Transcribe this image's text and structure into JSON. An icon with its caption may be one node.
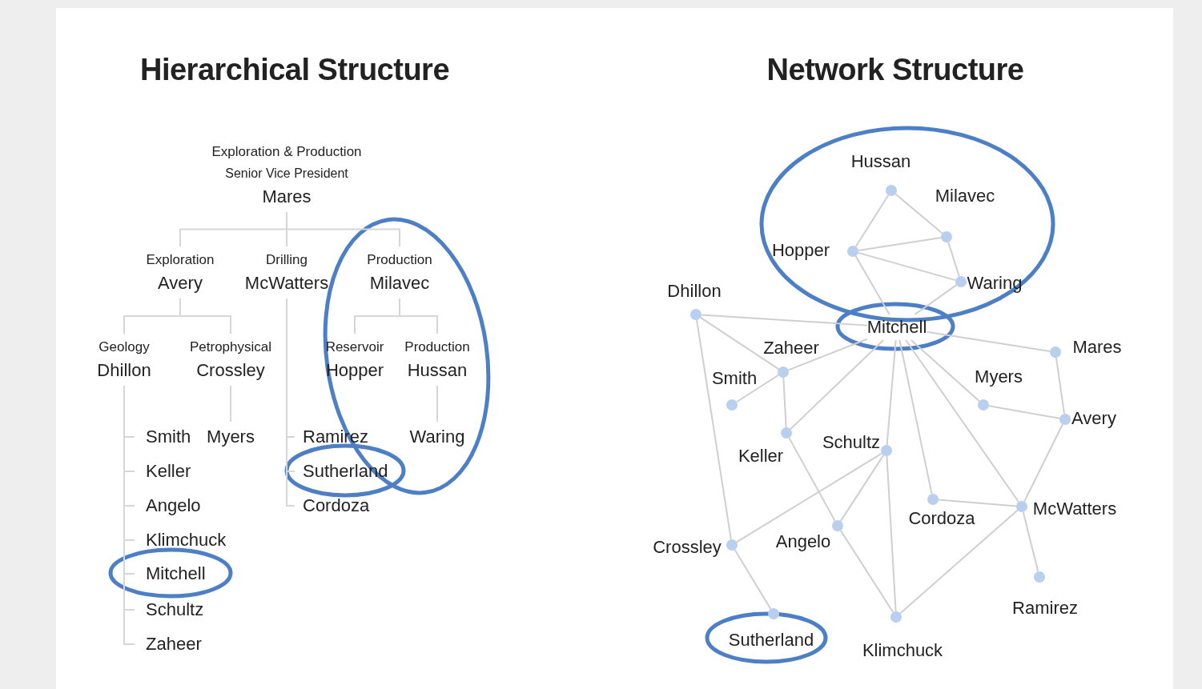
{
  "diagram": {
    "nodes": [
      {
        "text": [
          "Exploration & Production",
          "Senior Vice President",
          "Mares"
        ]
      },
      {
        "text": [
          "Exploration",
          "Avery"
        ]
      },
      {
        "text": [
          "Drilling",
          "McWatters"
        ]
      },
      {
        "text": [
          "Production",
          "Milavec"
        ]
      },
      {
        "text": [
          "Geology",
          "Dhillon"
        ]
      },
      {
        "text": [
          "Petrophysical",
          "Crossley"
        ]
      },
      {
        "text": [
          "Reservoir",
          "Hopper"
        ]
      },
      {
        "text": [
          "Production",
          "Hussan"
        ]
      },
      {
        "text": [
          "Smith"
        ]
      },
      {
        "text": [
          "Keller"
        ]
      },
      {
        "text": [
          "Angelo"
        ]
      },
      {
        "text": [
          "Klimchuck"
        ]
      },
      {
        "text": [
          "Mitchell"
        ]
      },
      {
        "text": [
          "Schultz"
        ]
      },
      {
        "text": [
          "Zaheer"
        ]
      },
      {
        "text": [
          "Myers"
        ]
      },
      {
        "text": [
          "Ramirez"
        ]
      },
      {
        "text": [
          "Sutherland"
        ]
      },
      {
        "text": [
          "Cordoza"
        ]
      },
      {
        "text": [
          "Waring"
        ]
      },
      {
        "text": [],
        "shape": "circle",
        "beside": [
          "Hussan"
        ]
      },
      {
        "text": [],
        "shape": "circle",
        "beside": [
          "Milavec"
        ]
      },
      {
        "text": [],
        "shape": "circle",
        "beside": [
          "Hopper"
        ]
      },
      {
        "text": [],
        "shape": "circle",
        "beside": [
          "Waring"
        ]
      },
      {
        "text": [],
        "shape": "circle",
        "beside": [
          "Dhillon"
        ]
      },
      {
        "text": [
          "Mitchell"
        ]
      },
      {
        "text": [],
        "shape": "circle",
        "beside": [
          "Zaheer"
        ]
      },
      {
        "text": [],
        "shape": "circle",
        "beside": [
          "Mares"
        ]
      },
      {
        "text": [],
        "shape": "circle",
        "beside": [
          "Smith"
        ]
      },
      {
        "text": [],
        "shape": "circle",
        "beside": [
          "Myers"
        ]
      },
      {
        "text": [],
        "shape": "circle",
        "beside": [
          "Avery"
        ]
      },
      {
        "text": [],
        "shape": "circle",
        "beside": [
          "Keller"
        ]
      },
      {
        "text": [],
        "shape": "circle",
        "beside": [
          "Schultz"
        ]
      },
      {
        "text": [],
        "shape": "circle",
        "beside": [
          "Cordoza"
        ]
      },
      {
        "text": [],
        "shape": "circle",
        "beside": [
          "McWatters"
        ]
      },
      {
        "text": [],
        "shape": "circle",
        "beside": [
          "Crossley"
        ]
      },
      {
        "text": [],
        "shape": "circle",
        "beside": [
          "Angelo"
        ]
      },
      {
        "text": [],
        "shape": "circle",
        "beside": [
          "Ramirez"
        ]
      },
      {
        "text": [],
        "shape": "circle",
        "beside": [
          "Sutherland"
        ]
      },
      {
        "text": [],
        "shape": "circle",
        "beside": [
          "Klimchuck"
        ]
      }
    ],
    "edges": [
      {
        "from": 0,
        "to": 1,
        "arrow": "none"
      },
      {
        "from": 0,
        "to": 2,
        "arrow": "none"
      },
      {
        "from": 0,
        "to": 3,
        "arrow": "none"
      },
      {
        "from": 1,
        "to": 4,
        "arrow": "none"
      },
      {
        "from": 1,
        "to": 5,
        "arrow": "none"
      },
      {
        "from": 3,
        "to": 6,
        "arrow": "none"
      },
      {
        "from": 3,
        "to": 7,
        "arrow": "none"
      },
      {
        "from": 4,
        "to": 8,
        "arrow": "none"
      },
      {
        "from": 4,
        "to": 9,
        "arrow": "none"
      },
      {
        "from": 4,
        "to": 10,
        "arrow": "none"
      },
      {
        "from": 4,
        "to": 11,
        "arrow": "none"
      },
      {
        "from": 4,
        "to": 12,
        "arrow": "none"
      },
      {
        "from": 4,
        "to": 13,
        "arrow": "none"
      },
      {
        "from": 4,
        "to": 14,
        "arrow": "none"
      },
      {
        "from": 5,
        "to": 15,
        "arrow": "none"
      },
      {
        "from": 2,
        "to": 16,
        "arrow": "none"
      },
      {
        "from": 2,
        "to": 17,
        "arrow": "none"
      },
      {
        "from": 2,
        "to": 18,
        "arrow": "none"
      },
      {
        "from": 7,
        "to": 19,
        "arrow": "none"
      },
      {
        "from": 20,
        "to": 22,
        "arrow": "none"
      },
      {
        "from": 20,
        "to": 21,
        "arrow": "none"
      },
      {
        "from": 22,
        "to": 21,
        "arrow": "none"
      },
      {
        "from": 22,
        "to": 23,
        "arrow": "none"
      },
      {
        "from": 21,
        "to": 23,
        "arrow": "none"
      },
      {
        "from": 22,
        "to": 25,
        "arrow": "none"
      },
      {
        "from": 23,
        "to": 25,
        "arrow": "none"
      },
      {
        "from": 24,
        "to": 25,
        "arrow": "none"
      },
      {
        "from": 24,
        "to": 26,
        "arrow": "none"
      },
      {
        "from": 24,
        "to": 35,
        "arrow": "none"
      },
      {
        "from": 26,
        "to": 25,
        "arrow": "none"
      },
      {
        "from": 26,
        "to": 28,
        "arrow": "none"
      },
      {
        "from": 26,
        "to": 31,
        "arrow": "none"
      },
      {
        "from": 31,
        "to": 25,
        "arrow": "none"
      },
      {
        "from": 31,
        "to": 36,
        "arrow": "none"
      },
      {
        "from": 36,
        "to": 39,
        "arrow": "none"
      },
      {
        "from": 36,
        "to": 32,
        "arrow": "none"
      },
      {
        "from": 32,
        "to": 35,
        "arrow": "none"
      },
      {
        "from": 32,
        "to": 25,
        "arrow": "none"
      },
      {
        "from": 32,
        "to": 39,
        "arrow": "none"
      },
      {
        "from": 39,
        "to": 34,
        "arrow": "none"
      },
      {
        "from": 33,
        "to": 25,
        "arrow": "none"
      },
      {
        "from": 33,
        "to": 34,
        "arrow": "none"
      },
      {
        "from": 34,
        "to": 25,
        "arrow": "none"
      },
      {
        "from": 34,
        "to": 30,
        "arrow": "none"
      },
      {
        "from": 34,
        "to": 37,
        "arrow": "none"
      },
      {
        "from": 29,
        "to": 25,
        "arrow": "none"
      },
      {
        "from": 29,
        "to": 30,
        "arrow": "none"
      },
      {
        "from": 27,
        "to": 25,
        "arrow": "none"
      },
      {
        "from": 27,
        "to": 30,
        "arrow": "none"
      },
      {
        "from": 35,
        "to": 38,
        "arrow": "none"
      }
    ],
    "labels": [
      "Hierarchical Structure",
      "Network Structure"
    ]
  }
}
